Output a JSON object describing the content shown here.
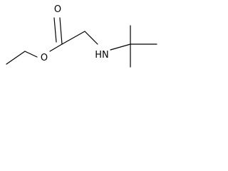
{
  "structure": {
    "atoms": {
      "carbonyl_oxygen": "O",
      "ester_oxygen": "O",
      "amine": "HN"
    },
    "colors": {
      "bonds": "#000000",
      "labels": "#000000",
      "background": "#ffffff"
    }
  }
}
